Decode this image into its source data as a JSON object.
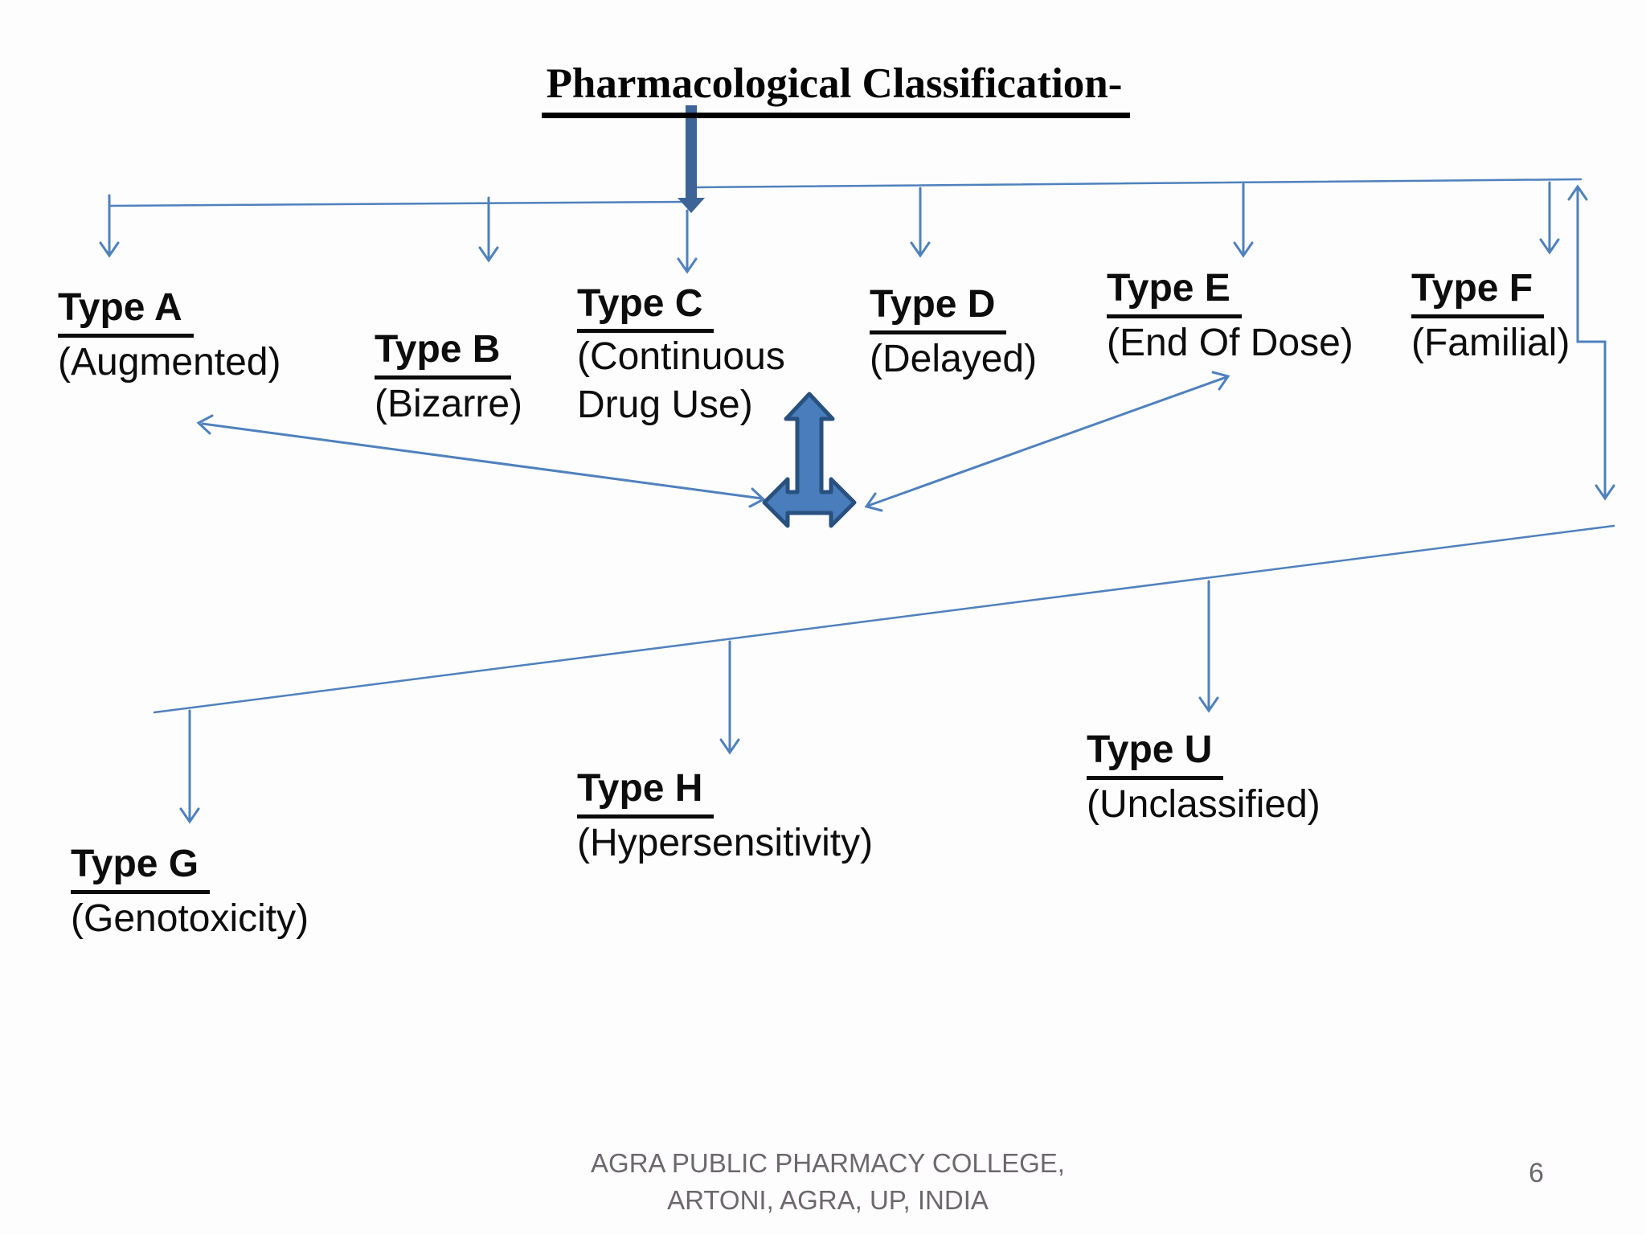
{
  "slide": {
    "title": "Pharmacological Classification-"
  },
  "colors": {
    "line_blue": "#4f81bd",
    "thick_arrow": "#3c6496",
    "three_way_fill": "#4a7dbb",
    "three_way_stroke": "#28517f",
    "text": "#0d0d0d",
    "muted": "#6d686d",
    "background": "#fdfdfd"
  },
  "nodes": [
    {
      "id": "A",
      "label": "Type A",
      "sub1": "(Augmented)"
    },
    {
      "id": "B",
      "label": "Type B",
      "sub1": "(Bizarre)"
    },
    {
      "id": "C",
      "label": "Type C",
      "sub1": "(Continuous",
      "sub2": "Drug Use)"
    },
    {
      "id": "D",
      "label": "Type D",
      "sub1": "(Delayed)"
    },
    {
      "id": "E",
      "label": "Type E",
      "sub1": "(End Of Dose)"
    },
    {
      "id": "F",
      "label": "Type F",
      "sub1": "(Familial)"
    },
    {
      "id": "G",
      "label": "Type G",
      "sub1": "(Genotoxicity)"
    },
    {
      "id": "H",
      "label": "Type H",
      "sub1": "(Hypersensitivity)"
    },
    {
      "id": "U",
      "label": "Type U",
      "sub1": "(Unclassified)"
    }
  ],
  "footer": {
    "line1": "AGRA PUBLIC PHARMACY COLLEGE,",
    "line2": "ARTONI, AGRA, UP, INDIA",
    "page_number": "6"
  }
}
